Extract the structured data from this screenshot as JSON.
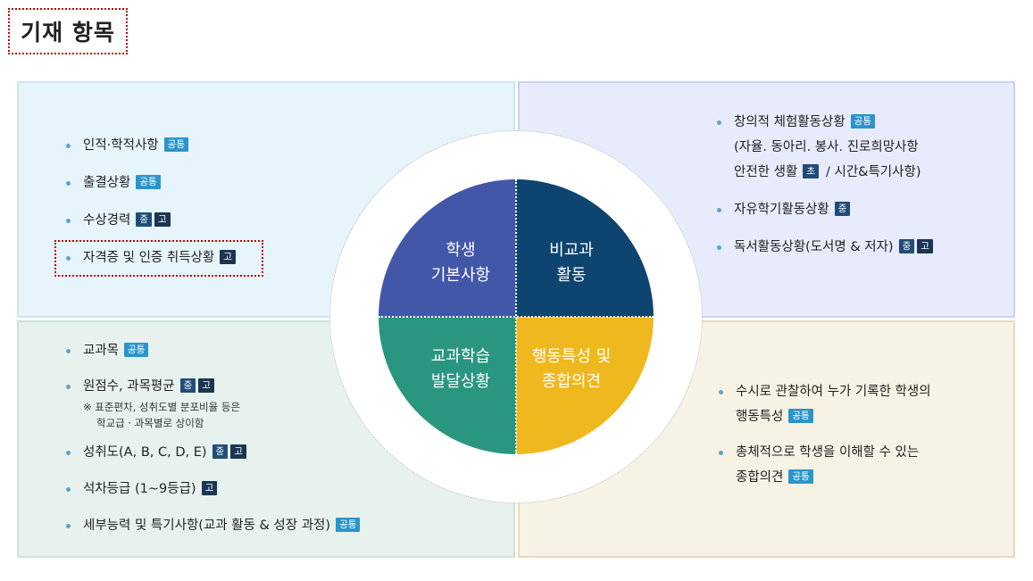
{
  "title": "기재 항목",
  "center": {
    "top_left": [
      "학생",
      "기본사항"
    ],
    "top_right": [
      "비교과",
      "활동"
    ],
    "bottom_left": [
      "교과학습",
      "발달상황"
    ],
    "bottom_right": [
      "행동특성 및",
      "종합의견"
    ]
  },
  "top_left": {
    "items": [
      {
        "label": "인적·학적사항",
        "badges": [
          "공통"
        ]
      },
      {
        "label": "출결상황",
        "badges": [
          "공통"
        ]
      },
      {
        "label": "수상경력",
        "badges": [
          "중",
          "고"
        ]
      },
      {
        "label": "자격증 및 인증 취득상황",
        "badges": [
          "고"
        ]
      }
    ]
  },
  "top_right": {
    "items": [
      {
        "label": "창의적 체험활동상황",
        "badges": [
          "공통"
        ],
        "line2": "(자율. 동아리. 봉사. 진로희망사항",
        "line3a": "안전한 생활",
        "line3_badge": "초",
        "line3b": "/ 시간&특기사항)"
      },
      {
        "label": "자유학기활동상황",
        "badges": [
          "중"
        ]
      },
      {
        "label": "독서활동상황(도서명 & 저자)",
        "badges": [
          "중",
          "고"
        ]
      }
    ]
  },
  "bottom_left": {
    "items": [
      {
        "label": "교과목",
        "badges": [
          "공통"
        ]
      },
      {
        "label": "원점수, 과목평균",
        "badges": [
          "중",
          "고"
        ],
        "note1": "※ 표준편차, 성취도별 분포비율 등은",
        "note2": "학교급 · 과목별로 상이함"
      },
      {
        "label": "성취도(A, B, C, D, E)",
        "badges": [
          "중",
          "고"
        ]
      },
      {
        "label": "석차등급 (1~9등급)",
        "badges": [
          "고"
        ]
      },
      {
        "label": "세부능력 및 특기사항(교과 활동 & 성장 과정)",
        "badges": [
          "공통"
        ]
      }
    ]
  },
  "bottom_right": {
    "items": [
      {
        "line1": "수시로 관찰하여 누가 기록한 학생의",
        "line2": "행동특성",
        "badges": [
          "공통"
        ]
      },
      {
        "line1": "총체적으로 학생을 이해할 수 있는",
        "line2": "종합의견",
        "badges": [
          "공통"
        ]
      }
    ]
  },
  "colors": {
    "student_basic": "#4357a9",
    "extracurricular": "#0e4470",
    "academic": "#2a9680",
    "behavior": "#f0b81f",
    "badge_common": "#2a95cb",
    "badge_middle": "#1f4d78",
    "badge_high": "#1c3553",
    "highlight": "#c00000"
  }
}
